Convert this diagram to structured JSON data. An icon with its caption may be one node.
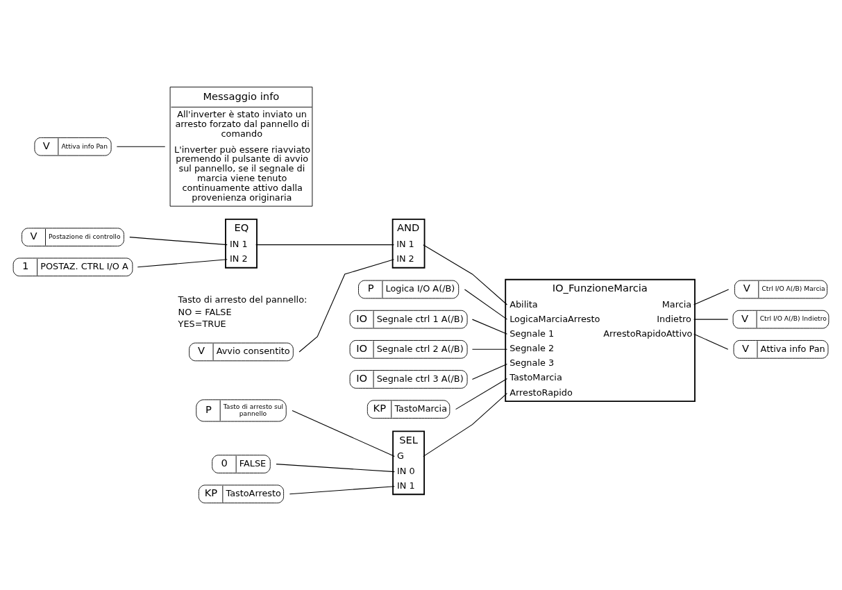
{
  "diagram": {
    "nodes": [
      {
        "text": [
          "V",
          "Postazione di controllo"
        ]
      },
      {
        "text": [
          "1",
          "POSTAZ. CTRL I/O A"
        ]
      },
      {
        "text": [
          "EQ",
          "IN 1",
          "IN 2"
        ]
      },
      {
        "text": [
          "AND",
          "IN 1",
          "IN 2"
        ]
      },
      {
        "text": [
          "V",
          "Avvio consentito"
        ]
      },
      {
        "text": [
          "IO_FunzioneMarcia",
          "Abilita",
          "LogicaMarciaArresto",
          "Segnale 1",
          "Segnale 2",
          "Segnale 3",
          "TastoMarcia",
          "ArrestoRapido",
          "Marcia",
          "Indietro",
          "ArrestoRapidoAttivo"
        ]
      },
      {
        "text": [
          "V",
          "Ctrl I/O A(/B) Marcia"
        ]
      },
      {
        "text": [
          "V",
          "Ctrl I/O A(/B) Indietro"
        ]
      },
      {
        "text": [
          "V",
          "Attiva info Pan"
        ]
      },
      {
        "text": [
          "P",
          "Logica I/O A(/B)"
        ]
      },
      {
        "text": [
          "IO",
          "Segnale ctrl 1 A(/B)"
        ]
      },
      {
        "text": [
          "IO",
          "Segnale ctrl 2 A(/B)"
        ]
      },
      {
        "text": [
          "IO",
          "Segnale ctrl 3 A(/B)"
        ]
      },
      {
        "text": [
          "KP",
          "TastoMarcia"
        ]
      },
      {
        "text": [
          "SEL",
          "G",
          "IN 0",
          "IN 1"
        ]
      },
      {
        "text": [
          "P",
          "Tasto di arresto sul pannello"
        ]
      },
      {
        "text": [
          "0",
          "FALSE"
        ]
      },
      {
        "text": [
          "KP",
          "TastoArresto"
        ]
      },
      {
        "text": [
          "V",
          "Attiva info Pan"
        ]
      },
      {
        "text": [
          "Messaggio info",
          "All'inverter è stato inviato un arresto forzato dal pannello di comando",
          "L'inverter può essere riavviato premendo il pulsante di avvio sul pannello, se il segnale di marcia viene tenuto continuamente attivo dalla provenienza originaria"
        ]
      }
    ],
    "edges": [
      {
        "from": 0,
        "to": 2,
        "arrow": "none"
      },
      {
        "from": 1,
        "to": 2,
        "arrow": "none"
      },
      {
        "from": 2,
        "to": 3,
        "arrow": "none"
      },
      {
        "from": 4,
        "to": 3,
        "arrow": "none"
      },
      {
        "from": 3,
        "to": 5,
        "arrow": "none"
      },
      {
        "from": 9,
        "to": 5,
        "arrow": "none"
      },
      {
        "from": 10,
        "to": 5,
        "arrow": "none"
      },
      {
        "from": 11,
        "to": 5,
        "arrow": "none"
      },
      {
        "from": 12,
        "to": 5,
        "arrow": "none"
      },
      {
        "from": 13,
        "to": 5,
        "arrow": "none"
      },
      {
        "from": 14,
        "to": 5,
        "arrow": "none"
      },
      {
        "from": 5,
        "to": 6,
        "arrow": "none"
      },
      {
        "from": 5,
        "to": 7,
        "arrow": "none"
      },
      {
        "from": 5,
        "to": 8,
        "arrow": "none"
      },
      {
        "from": 15,
        "to": 14,
        "arrow": "none"
      },
      {
        "from": 16,
        "to": 14,
        "arrow": "none"
      },
      {
        "from": 17,
        "to": 14,
        "arrow": "none"
      },
      {
        "from": 18,
        "to": 19,
        "arrow": "none"
      }
    ],
    "labels": [
      "Tasto di arresto del pannello:",
      "NO = FALSE",
      "YES=TRUE"
    ]
  }
}
